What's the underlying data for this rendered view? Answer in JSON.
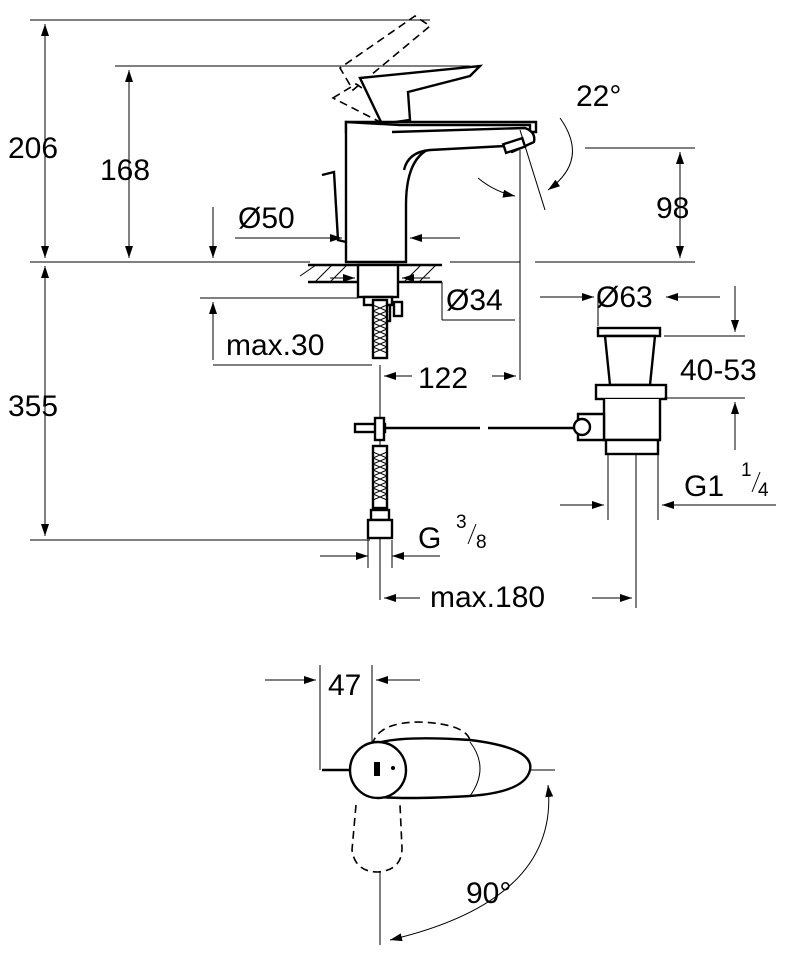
{
  "dimensions": {
    "height_total": "206",
    "height_body": "168",
    "angle_spout": "22°",
    "spout_height": "98",
    "base_diameter": "Ø50",
    "hole_diameter": "Ø34",
    "drain_diameter": "Ø63",
    "max_thickness": "max.30",
    "spout_reach": "122",
    "drain_range": "40-53",
    "below_height": "355",
    "drain_thread_main": "G1",
    "drain_thread_num": "1",
    "drain_thread_den": "4",
    "hose_thread_main": "G",
    "hose_thread_num": "3",
    "hose_thread_den": "8",
    "max_distance": "max.180",
    "top_offset": "47",
    "rotation_angle": "90°"
  }
}
